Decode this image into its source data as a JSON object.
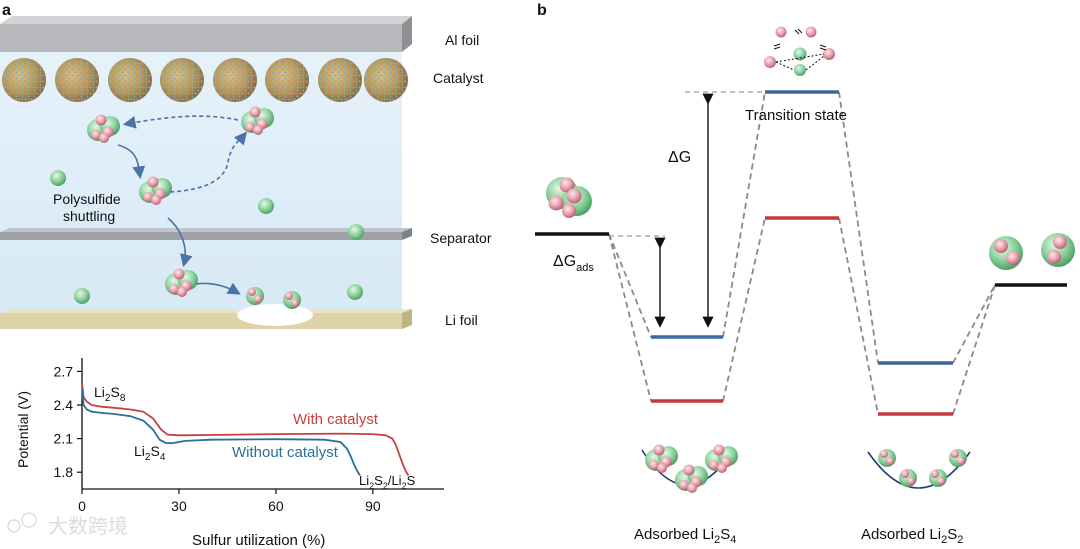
{
  "panel_a": {
    "letter": "a",
    "labels": {
      "al_foil": "Al foil",
      "catalyst": "Catalyst",
      "polysulfide_line1": "Polysulfide",
      "polysulfide_line2": "shuttling",
      "separator": "Separator",
      "li_foil": "Li foil"
    }
  },
  "panel_b": {
    "letter": "b",
    "labels": {
      "transition_state": "Transition state",
      "delta_g": "ΔG",
      "delta_g_ads_main": "ΔG",
      "delta_g_ads_sub": "ads",
      "adsorbed_li2s4_prefix": "Adsorbed Li",
      "adsorbed_li2s4_sub1": "2",
      "adsorbed_li2s4_mid": "S",
      "adsorbed_li2s4_sub2": "4",
      "adsorbed_li2s2_prefix": "Adsorbed Li",
      "adsorbed_li2s2_sub1": "2",
      "adsorbed_li2s2_mid": "S",
      "adsorbed_li2s2_sub2": "2"
    },
    "colors": {
      "without_catalyst": "#3a6a9a",
      "with_catalyst": "#c23a3a",
      "reference": "#111111"
    }
  },
  "chart_data": {
    "type": "line",
    "title": "",
    "xlabel": "Sulfur utilization (%)",
    "ylabel": "Potential (V)",
    "xlim": [
      0,
      112
    ],
    "ylim": [
      1.65,
      2.82
    ],
    "xticks": [
      "0",
      "30",
      "60",
      "90"
    ],
    "yticks": [
      "1.8",
      "2.1",
      "2.4",
      "2.7"
    ],
    "series": [
      {
        "name": "With catalyst",
        "color": "#c8403c",
        "x": [
          0,
          0.5,
          1.5,
          3,
          6,
          10,
          15,
          19,
          22,
          24.5,
          26.5,
          30,
          40,
          60,
          80,
          90,
          94,
          96,
          97,
          98,
          99,
          100,
          101
        ],
        "y": [
          2.6,
          2.47,
          2.43,
          2.4,
          2.385,
          2.375,
          2.36,
          2.34,
          2.28,
          2.18,
          2.135,
          2.13,
          2.132,
          2.14,
          2.145,
          2.14,
          2.13,
          2.1,
          2.05,
          1.97,
          1.89,
          1.82,
          1.77
        ]
      },
      {
        "name": "Without catalyst",
        "color": "#2a6e9c",
        "x": [
          0,
          0.5,
          1.5,
          3,
          6,
          10,
          15,
          19,
          22,
          24,
          26,
          28,
          32,
          40,
          60,
          75,
          80,
          82,
          83,
          84,
          85,
          86
        ],
        "y": [
          2.55,
          2.4,
          2.36,
          2.34,
          2.33,
          2.32,
          2.3,
          2.26,
          2.18,
          2.09,
          2.06,
          2.06,
          2.08,
          2.09,
          2.095,
          2.09,
          2.07,
          2.01,
          1.95,
          1.88,
          1.82,
          1.77
        ]
      }
    ],
    "annotations": [
      {
        "text_main": "Li",
        "sub1": "2",
        "text_mid": "S",
        "sub2": "8"
      },
      {
        "text_main": "Li",
        "sub1": "2",
        "text_mid": "S",
        "sub2": "4"
      },
      {
        "text": "With catalyst"
      },
      {
        "text": "Without catalyst"
      },
      {
        "text_main": "Li",
        "sub1": "2",
        "text_mid": "S",
        "sub2": "2",
        "slash": "/Li",
        "sub3": "2",
        "tail": "S"
      }
    ]
  },
  "watermark": "大数跨境"
}
